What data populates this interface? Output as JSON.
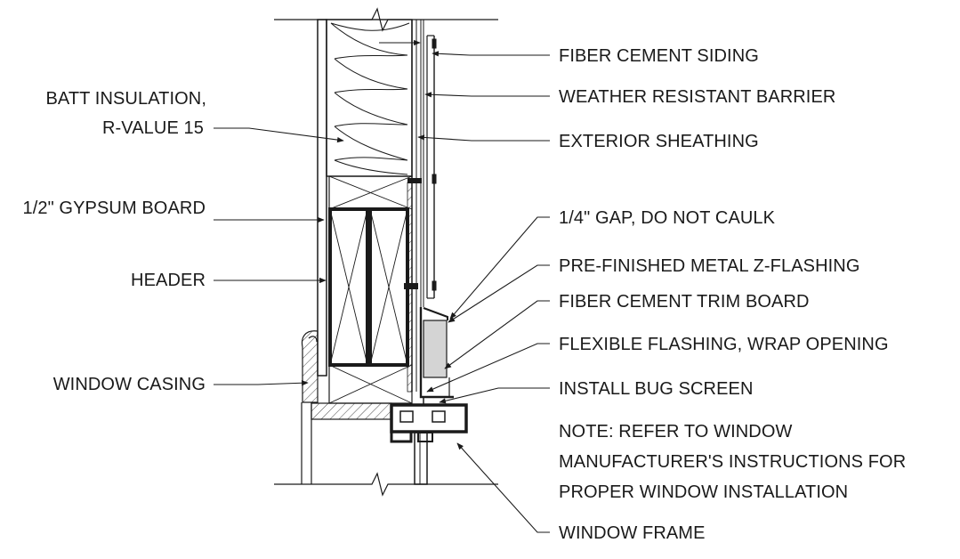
{
  "labels": {
    "fiber_cement_siding": "FIBER CEMENT SIDING",
    "weather_resistant_barrier": "WEATHER RESISTANT BARRIER",
    "exterior_sheathing": "EXTERIOR SHEATHING",
    "gap": "1/4\" GAP, DO NOT CAULK",
    "z_flashing": "PRE-FINISHED METAL Z-FLASHING",
    "trim_board": "FIBER CEMENT TRIM BOARD",
    "flexible_flashing": "FLEXIBLE FLASHING, WRAP OPENING",
    "bug_screen": "INSTALL BUG SCREEN",
    "note_line1": "NOTE: REFER TO WINDOW",
    "note_line2": "MANUFACTURER'S INSTRUCTIONS FOR",
    "note_line3": "PROPER WINDOW INSTALLATION",
    "window_frame": "WINDOW FRAME",
    "batt_line1": "BATT INSULATION,",
    "batt_line2": "R-VALUE  15",
    "gypsum": "1/2\" GYPSUM BOARD",
    "header": "HEADER",
    "window_casing": "WINDOW CASING"
  },
  "colors": {
    "line": "#1a1a1a",
    "trim_fill": "#d4d4d4",
    "background": "#ffffff"
  }
}
